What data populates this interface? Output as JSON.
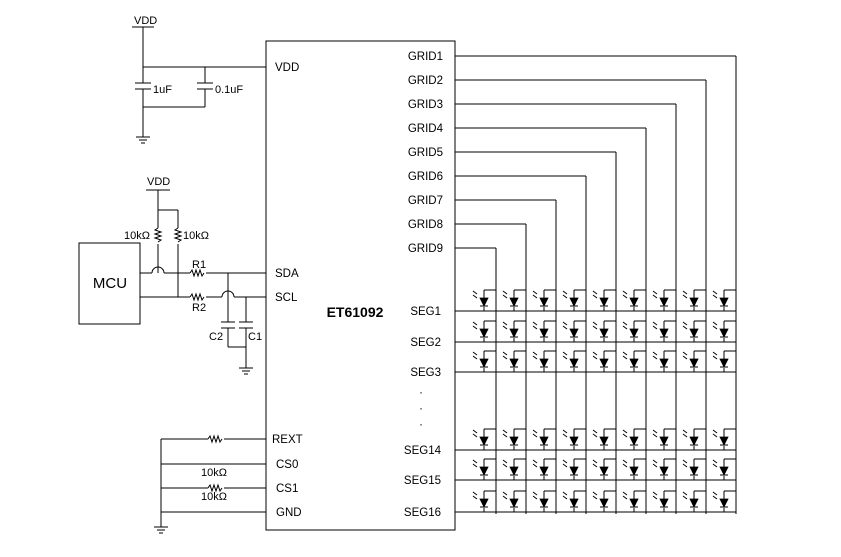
{
  "chip": {
    "name": "ET61092"
  },
  "left_pins": [
    "VDD",
    "SDA",
    "SCL",
    "REXT",
    "CS0",
    "CS1",
    "GND"
  ],
  "grid_pins": [
    "GRID1",
    "GRID2",
    "GRID3",
    "GRID4",
    "GRID5",
    "GRID6",
    "GRID7",
    "GRID8",
    "GRID9"
  ],
  "seg_pins": [
    "SEG1",
    "SEG2",
    "SEG3",
    "SEG14",
    "SEG15",
    "SEG16"
  ],
  "mcu": {
    "label": "MCU"
  },
  "power": {
    "vdd_top": "VDD",
    "vdd_pullup": "VDD"
  },
  "components": {
    "cap_1uf": "1uF",
    "cap_01uf": "0.1uF",
    "pullup_left": "10kΩ",
    "pullup_right": "10kΩ",
    "r1": "R1",
    "r2": "R2",
    "c1": "C1",
    "c2": "C2",
    "cs0_res": "10kΩ",
    "cs1_res": "10kΩ"
  },
  "ellipsis": "·"
}
